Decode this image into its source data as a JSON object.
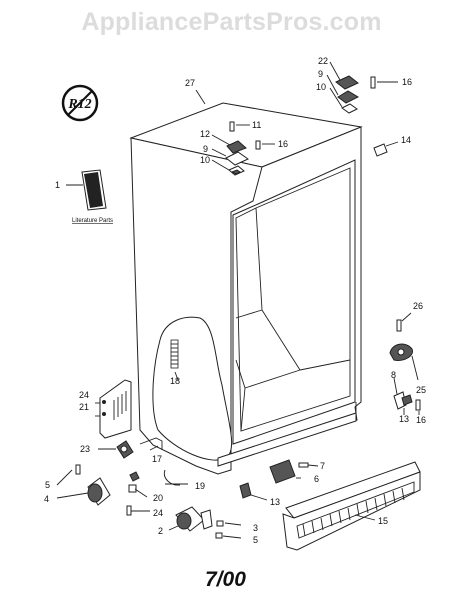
{
  "watermark": "AppliancePartsPros.com",
  "logo_text": "R12",
  "literature_label": "Literature Parts",
  "date_code": "7/00",
  "callouts": {
    "c1": "1",
    "c2": "2",
    "c3": "3",
    "c4": "4",
    "c5a": "5",
    "c5b": "5",
    "c6": "6",
    "c7": "7",
    "c8": "8",
    "c9a": "9",
    "c9b": "9",
    "c10a": "10",
    "c10b": "10",
    "c11": "11",
    "c12": "12",
    "c13a": "13",
    "c13b": "13",
    "c14": "14",
    "c15": "15",
    "c16a": "16",
    "c16b": "16",
    "c16c": "16",
    "c17": "17",
    "c18": "18",
    "c19": "19",
    "c20": "20",
    "c21": "21",
    "c22": "22",
    "c23": "23",
    "c24a": "24",
    "c24b": "24",
    "c25": "25",
    "c26": "26",
    "c27": "27"
  }
}
